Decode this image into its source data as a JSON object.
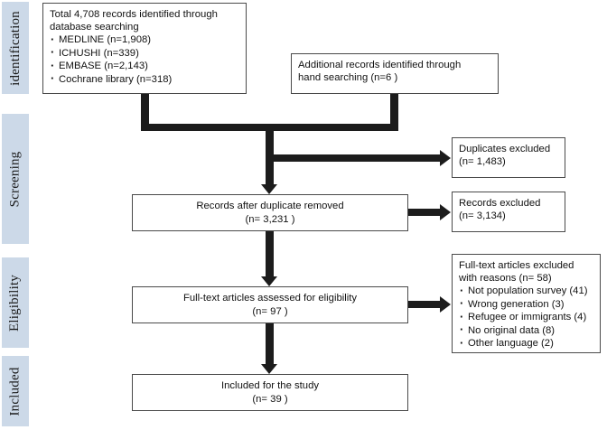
{
  "figure": {
    "type": "prisma-flow-diagram",
    "accent_color": "#ccd9e8",
    "line_color": "#1c1c1c",
    "border_color": "#4a4a4a"
  },
  "stages": [
    {
      "id": "identification",
      "label": "identification"
    },
    {
      "id": "screening",
      "label": "Screening"
    },
    {
      "id": "eligibility",
      "label": "Eligibility"
    },
    {
      "id": "included",
      "label": "Included"
    }
  ],
  "boxes": {
    "database_search": {
      "heading_line1": "Total 4,708 records identified through",
      "heading_line2": "database searching",
      "sources": [
        "MEDLINE (n=1,908)",
        "ICHUSHI (n=339)",
        "EMBASE (n=2,143)",
        "Cochrane library (n=318)"
      ]
    },
    "hand_search": {
      "line1": "Additional records identified through",
      "line2": "hand searching  (n=6 )"
    },
    "duplicates_excluded": {
      "line1": "Duplicates excluded",
      "line2": "(n= 1,483)"
    },
    "records_after_duplicates": {
      "line1": "Records after duplicate removed",
      "line2": "(n= 3,231 )"
    },
    "records_excluded": {
      "line1": "Records excluded",
      "line2": "(n= 3,134)"
    },
    "fulltext_assessed": {
      "line1": "Full-text articles assessed for eligibility",
      "line2": "(n= 97 )"
    },
    "fulltext_excluded": {
      "line1": "Full-text articles excluded",
      "line2": "with reasons (n= 58)",
      "reasons": [
        "Not population survey (41)",
        "Wrong generation (3)",
        "Refugee or immigrants (4)",
        "No original data (8)",
        "Other language (2)"
      ]
    },
    "included_study": {
      "line1": "Included for the study",
      "line2": "(n= 39 )"
    }
  }
}
